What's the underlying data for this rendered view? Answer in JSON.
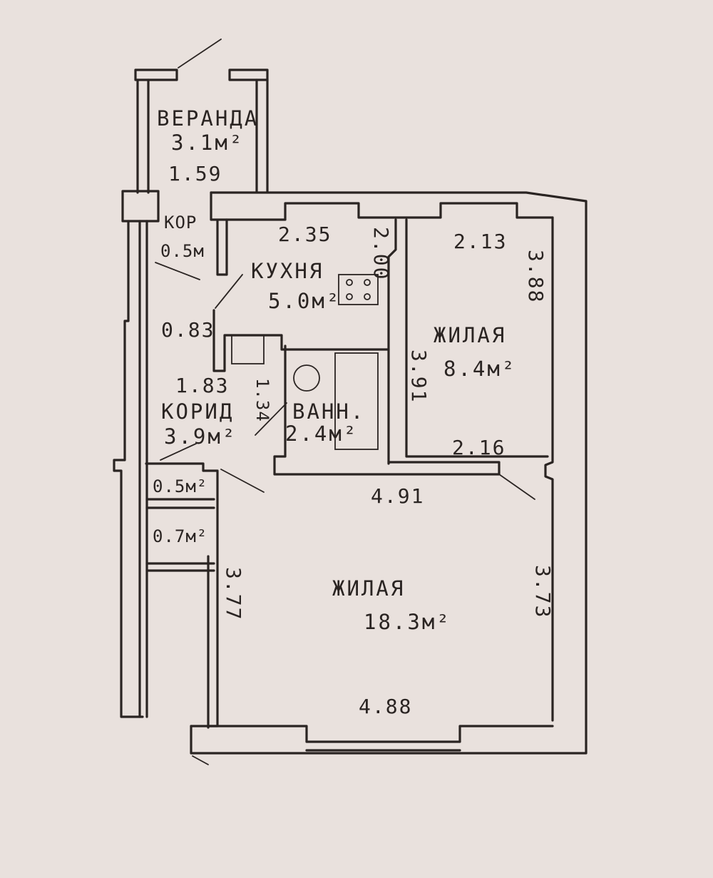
{
  "rooms": {
    "veranda": {
      "name": "ВЕРАНДА",
      "area": "3.1м²",
      "dim": "1.59"
    },
    "kor_top": {
      "name": "КОР",
      "area": "0.5м"
    },
    "kitchen": {
      "name": "КУХНЯ",
      "area": "5.0м²",
      "dim_top": "2.35",
      "dim_side": "2.00"
    },
    "corridor": {
      "name": "КОРИД",
      "area": "3.9м²",
      "dim_a": "0.83",
      "dim_b": "1.83",
      "dim_c": "1.34"
    },
    "bath": {
      "name": "ВАНН.",
      "area": "2.4м²"
    },
    "living_small": {
      "name": "ЖИЛАЯ",
      "area": "8.4м²",
      "dim_top": "2.13",
      "dim_right": "3.88",
      "dim_left": "3.91",
      "dim_bottom": "2.16"
    },
    "living_large": {
      "name": "ЖИЛАЯ",
      "area": "18.3м²",
      "dim_top": "4.91",
      "dim_bottom": "4.88",
      "dim_left": "3.77",
      "dim_right": "3.73"
    },
    "closet_1": {
      "area": "0.5м²"
    },
    "closet_2": {
      "area": "0.7м²"
    }
  }
}
